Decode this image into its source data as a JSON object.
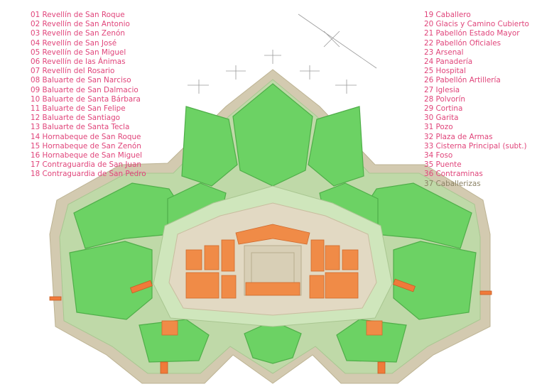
{
  "map": {
    "colors": {
      "legend_text": "#e0447a",
      "legend_text_muted": "#8b8265",
      "moat": "#d3cab0",
      "glacis": "#bfd9a8",
      "fill_green": "#6cd264",
      "rampart_edge": "#4fae49",
      "inner_ground": "#e2d9c3",
      "buildings": "#f08b47",
      "bridges": "#f07a3a",
      "roads": "#cfc7b1",
      "sentry_lines": "#9a9a9a"
    },
    "legend_left": [
      {
        "label": "01 Revellín de San Roque"
      },
      {
        "label": "02 Revellín de San Antonio"
      },
      {
        "label": "03 Revellín de San Zenón"
      },
      {
        "label": "04 Revellín de San José"
      },
      {
        "label": "05 Revellín de San Miguel"
      },
      {
        "label": "06 Revellín de las Ánimas"
      },
      {
        "label": "07 Revellín del Rosario"
      },
      {
        "label": "08 Baluarte de San Narciso"
      },
      {
        "label": "09 Baluarte de San Dalmacio"
      },
      {
        "label": "10 Baluarte de Santa Bárbara"
      },
      {
        "label": "11 Baluarte de San Felipe"
      },
      {
        "label": "12 Baluarte de Santiago"
      },
      {
        "label": "13 Baluarte de Santa Tecla"
      },
      {
        "label": "14 Hornabeque de San Roque"
      },
      {
        "label": "15 Hornabeque de San Zenón"
      },
      {
        "label": "16 Hornabeque de San Miguel"
      },
      {
        "label": "17 Contraguardia de San Juan"
      },
      {
        "label": "18 Contraguardia de San Pedro"
      }
    ],
    "legend_right": [
      {
        "label": "19 Caballero"
      },
      {
        "label": "20 Glacis y Camino Cubierto"
      },
      {
        "label": "21 Pabellón Estado Mayor"
      },
      {
        "label": "22 Pabellón Oficiales"
      },
      {
        "label": "23 Arsenal"
      },
      {
        "label": "24 Panadería"
      },
      {
        "label": "25 Hospital"
      },
      {
        "label": "26 Pabellón Artillería"
      },
      {
        "label": "27 Iglesia"
      },
      {
        "label": "28 Polvorín"
      },
      {
        "label": "29 Cortina"
      },
      {
        "label": "30 Garita"
      },
      {
        "label": "31 Pozo"
      },
      {
        "label": "32 Plaza de Armas"
      },
      {
        "label": "33 Cisterna Principal (subt.)"
      },
      {
        "label": "34 Foso"
      },
      {
        "label": "35 Puente"
      },
      {
        "label": "36 Contraminas"
      },
      {
        "label": "37 Caballerizas",
        "muted": true
      }
    ]
  }
}
